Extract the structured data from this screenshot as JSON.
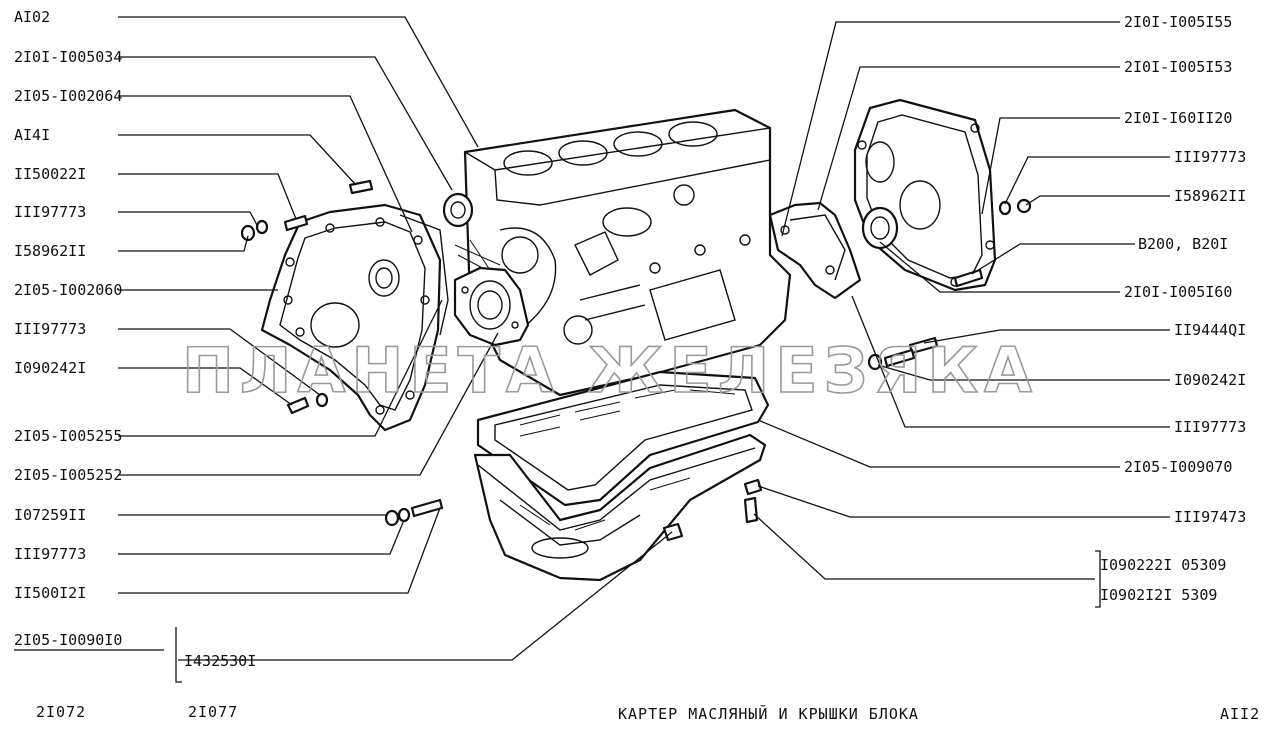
{
  "labels_left": [
    {
      "id": "a102",
      "text": "AI02"
    },
    {
      "id": "p2101_1005034",
      "text": "2I0I-I005034"
    },
    {
      "id": "p2105_1002064",
      "text": "2I05-I002064"
    },
    {
      "id": "a141",
      "text": "AI4I"
    },
    {
      "id": "p1150022",
      "text": "II50022I"
    },
    {
      "id": "p1119777_a",
      "text": "III97773"
    },
    {
      "id": "p158962_a",
      "text": "I58962II"
    },
    {
      "id": "p2105_1002060",
      "text": "2I05-I002060"
    },
    {
      "id": "p1119777_b",
      "text": "III97773"
    },
    {
      "id": "p1090242_a",
      "text": "I090242I"
    },
    {
      "id": "p2105_1005255",
      "text": "2I05-I005255"
    },
    {
      "id": "p2105_1005252",
      "text": "2I05-I005252"
    },
    {
      "id": "p1072591",
      "text": "I07259II"
    },
    {
      "id": "p1119777_c",
      "text": "III97773"
    },
    {
      "id": "p1150012",
      "text": "II500I2I"
    },
    {
      "id": "p2105_1009010",
      "text": "2I05-I0090I0"
    }
  ],
  "labels_right": [
    {
      "id": "p2101_1005155",
      "text": "2I0I-I005I55"
    },
    {
      "id": "p2101_1005153",
      "text": "2I0I-I005I53"
    },
    {
      "id": "p2101_1601120",
      "text": "2I0I-I60II20"
    },
    {
      "id": "p1119777_d",
      "text": "III97773"
    },
    {
      "id": "p158962_b",
      "text": "I58962II"
    },
    {
      "id": "b200",
      "text": "B200, B20I"
    },
    {
      "id": "p2101_1005160",
      "text": "2I0I-I005I60"
    },
    {
      "id": "p1194440",
      "text": "II9444QI"
    },
    {
      "id": "p1090242_b",
      "text": "I090242I"
    },
    {
      "id": "p1119777_e",
      "text": "III97773"
    },
    {
      "id": "p2105_1009070",
      "text": "2I05-I009070"
    },
    {
      "id": "p1119747",
      "text": "III97473"
    },
    {
      "id": "p1090222",
      "text": "I090222I  05309"
    },
    {
      "id": "p1090212",
      "text": "I0902I2I   5309"
    }
  ],
  "label_bottom_sub": "I432530I",
  "watermark": "ПЛАНЕТА ЖЕЛЕЗЯКА",
  "footer": {
    "model_a": "2I072",
    "model_b": "2I077",
    "title": "КАРТЕР  МАСЛЯНЫЙ  И  КРЫШКИ  БЛОКА",
    "page": "AII2"
  }
}
